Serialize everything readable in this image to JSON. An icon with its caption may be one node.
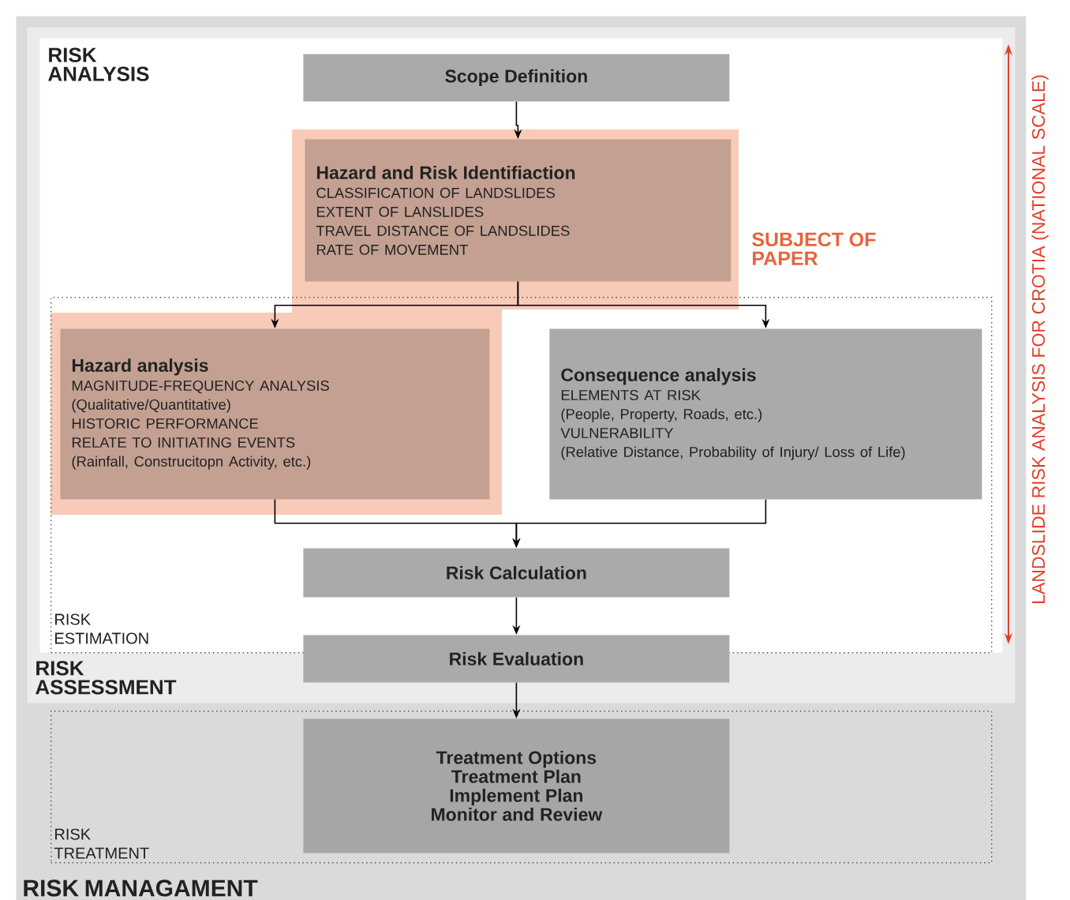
{
  "diagram": {
    "nodes": [
      {
        "text": [
          "RISK MANAGAMENT"
        ]
      },
      {
        "text": [
          "RISK ASSESSMENT"
        ],
        "in": 0
      },
      {
        "text": [
          "RISK ANALYSIS"
        ],
        "in": 1
      },
      {
        "text": [
          "Scope Definition"
        ],
        "in": 2
      },
      {
        "text": [
          "Hazard and Risk Identifiaction",
          "CLASSIFICATION OF LANDSLIDES",
          "EXTENT OF LANSLIDES",
          "TRAVEL DISTANCE OF LANDSLIDES",
          "RATE OF MOVEMENT"
        ],
        "in": 2
      },
      {
        "text": [
          "RISK ESTIMATION"
        ],
        "in": 2
      },
      {
        "text": [
          "Hazard analysis",
          "MAGNITUDE-FREQUENCY ANALYSIS",
          "(Qualitative/Quantitative)",
          "HISTORIC PERFORMANCE",
          "RELATE TO INITIATING EVENTS",
          "(Rainfall, Construcitopn Activity, etc.)"
        ],
        "in": 5
      },
      {
        "text": [
          "Consequence analysis",
          "ELEMENTS AT RISK",
          "(People, Property, Roads, etc.)",
          "VULNERABILITY",
          "(Relative Distance, Probability of Injury/ Loss of Life)"
        ],
        "in": 5
      },
      {
        "text": [
          "Risk Calculation"
        ],
        "in": 5
      },
      {
        "text": [
          "Risk Evaluation"
        ],
        "in": 1
      },
      {
        "text": [
          "RISK TREATMENT"
        ],
        "in": 0
      },
      {
        "text": [
          "Treatment Options",
          "Treatment Plan",
          "Implement Plan",
          "Monitor and Review"
        ],
        "in": 10
      }
    ],
    "edges": [
      {
        "from": 3,
        "to": 4,
        "arrow": "to"
      },
      {
        "from": 4,
        "to": 6,
        "arrow": "to"
      },
      {
        "from": 4,
        "to": 7,
        "arrow": "to"
      },
      {
        "from": 6,
        "to": 8,
        "arrow": "to"
      },
      {
        "from": 7,
        "to": 8,
        "arrow": "to"
      },
      {
        "from": 8,
        "to": 9,
        "arrow": "to"
      },
      {
        "from": 9,
        "to": 11,
        "arrow": "to"
      }
    ],
    "labels": [
      "SUBJECT OF PAPER",
      "LANDSLIDE RISK ANALYSIS FOR CROTIA (NATIONAL SCALE)"
    ]
  }
}
